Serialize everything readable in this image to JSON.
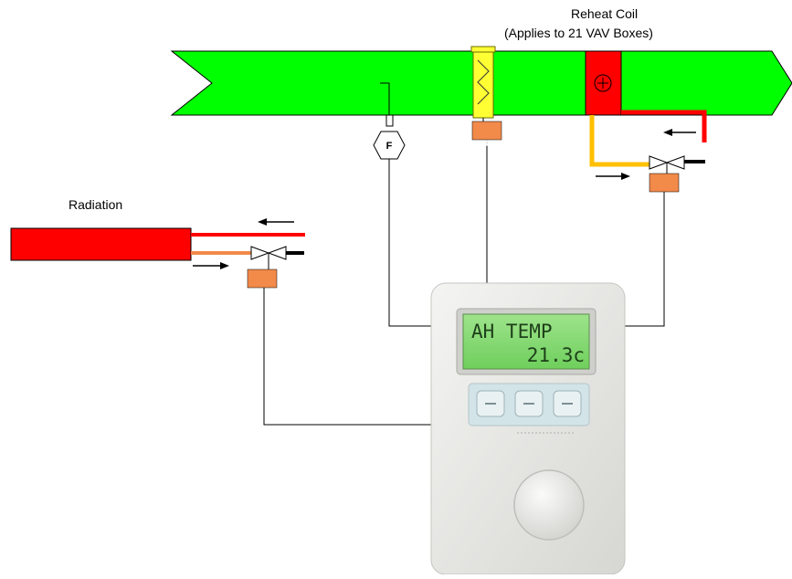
{
  "labels": {
    "reheat_coil": "Reheat Coil",
    "reheat_coil_scope": "(Applies to 21 VAV Boxes)",
    "radiation": "Radiation",
    "flow_station": "F"
  },
  "thermostat": {
    "display_line1": "AH TEMP",
    "display_line2": "21.3c"
  },
  "colors": {
    "duct": "#00ff00",
    "coil": "#ff0000",
    "filter": "#ffff33",
    "actuator": "#f28a4a",
    "supply_pipe": "#ffc000",
    "return_pipe": "#ff0000",
    "radiation_supply": "#f28a4a"
  }
}
